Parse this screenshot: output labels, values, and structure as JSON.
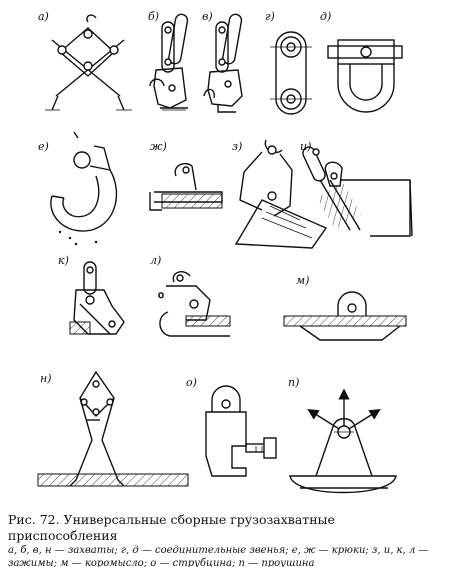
{
  "figure": {
    "labels": {
      "a": "а)",
      "b": "б)",
      "v": "в)",
      "g": "г)",
      "d": "д)",
      "e": "е)",
      "zh": "ж)",
      "z": "з)",
      "i": "и)",
      "k": "к)",
      "l": "л)",
      "m": "м)",
      "n": "н)",
      "o": "о)",
      "p": "п)"
    },
    "caption_title": "Рис. 72. Универсальные сборные грузозахватные приспособления",
    "caption_text": "а, б, в, н — захваты; г, д — соединительные звенья; е, ж — крюки; з, и, к, л — зажимы; м — коромысло; о — струбцина; п — проушина"
  }
}
